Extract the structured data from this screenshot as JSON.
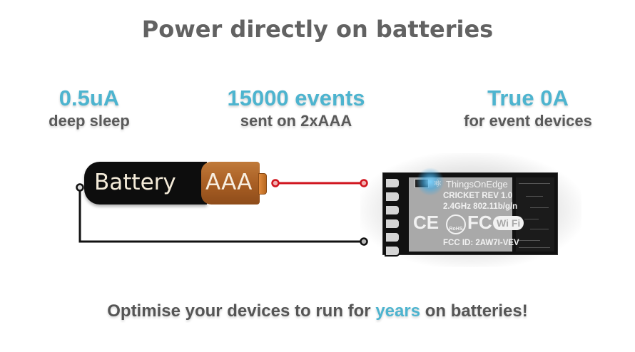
{
  "title": "Power directly on batteries",
  "stats": [
    {
      "value": "0.5uA",
      "label": "deep sleep"
    },
    {
      "value": "15000 events",
      "label": "sent on 2xAAA"
    },
    {
      "value": "True 0A",
      "label": "for event devices"
    }
  ],
  "battery": {
    "label": "Battery",
    "type": "AAA"
  },
  "module": {
    "brand": "ThingsOnEdge",
    "model": "CRICKET REV 1.0",
    "spec": "2.4GHz 802.11b/g/n",
    "certs": [
      "CE",
      "RoHS",
      "FC",
      "Wi Fi"
    ],
    "fcc_id": "FCC ID: 2AW7I-VEV"
  },
  "footer": {
    "before": "Optimise your devices to run for ",
    "highlight": "years",
    "after": " on batteries!"
  },
  "colors": {
    "accent": "#4db4cf",
    "text": "#5a5a5a",
    "wire_positive": "#d0141e",
    "wire_negative": "#111111"
  }
}
